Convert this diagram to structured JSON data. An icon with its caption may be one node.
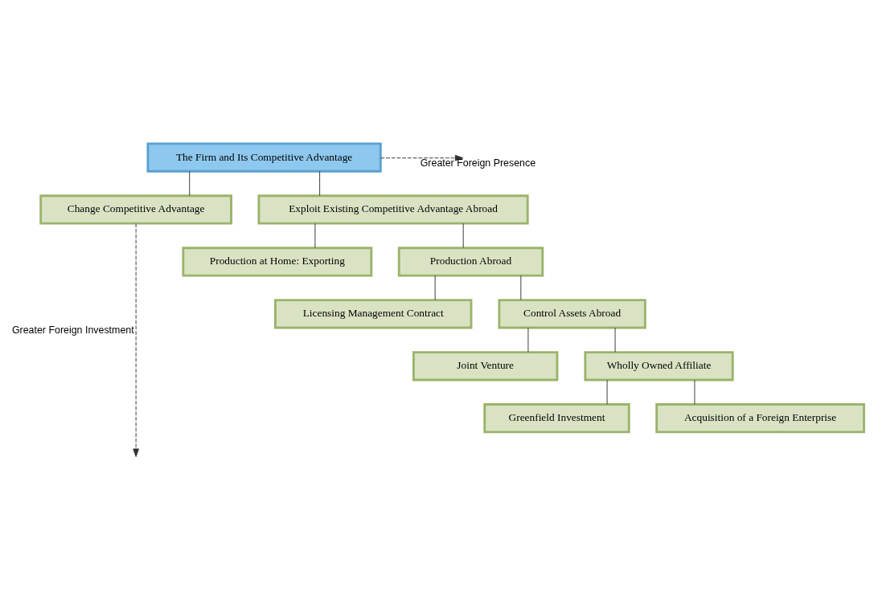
{
  "diagram": {
    "nodes": [
      {
        "text": [
          "The Firm and Its Competitive Advantage"
        ]
      },
      {
        "text": [
          "Change Competitive Advantage"
        ]
      },
      {
        "text": [
          "Exploit Existing Competitive Advantage Abroad"
        ]
      },
      {
        "text": [
          "Production at Home: Exporting"
        ]
      },
      {
        "text": [
          "Production Abroad"
        ]
      },
      {
        "text": [
          "Licensing Management Contract"
        ]
      },
      {
        "text": [
          "Control Assets Abroad"
        ]
      },
      {
        "text": [
          "Joint Venture"
        ]
      },
      {
        "text": [
          "Wholly Owned Affiliate"
        ]
      },
      {
        "text": [
          "Greenfield Investment"
        ]
      },
      {
        "text": [
          "Acquisition of a Foreign Enterprise"
        ]
      }
    ],
    "edges": [
      {
        "from": 0,
        "to": 1,
        "arrow": "none"
      },
      {
        "from": 0,
        "to": 2,
        "arrow": "none"
      },
      {
        "from": 2,
        "to": 3,
        "arrow": "none"
      },
      {
        "from": 2,
        "to": 4,
        "arrow": "none"
      },
      {
        "from": 4,
        "to": 5,
        "arrow": "none"
      },
      {
        "from": 4,
        "to": 6,
        "arrow": "none"
      },
      {
        "from": 6,
        "to": 7,
        "arrow": "none"
      },
      {
        "from": 6,
        "to": 8,
        "arrow": "none"
      },
      {
        "from": 8,
        "to": 9,
        "arrow": "none"
      },
      {
        "from": 8,
        "to": 10,
        "arrow": "none"
      },
      {
        "from": 0,
        "to": null,
        "arrow": "to",
        "style": "dashed",
        "label": "Greater Foreign Presence"
      },
      {
        "from": 1,
        "to": null,
        "arrow": "to",
        "style": "dashed",
        "label": "Greater Foreign Investment"
      }
    ]
  }
}
